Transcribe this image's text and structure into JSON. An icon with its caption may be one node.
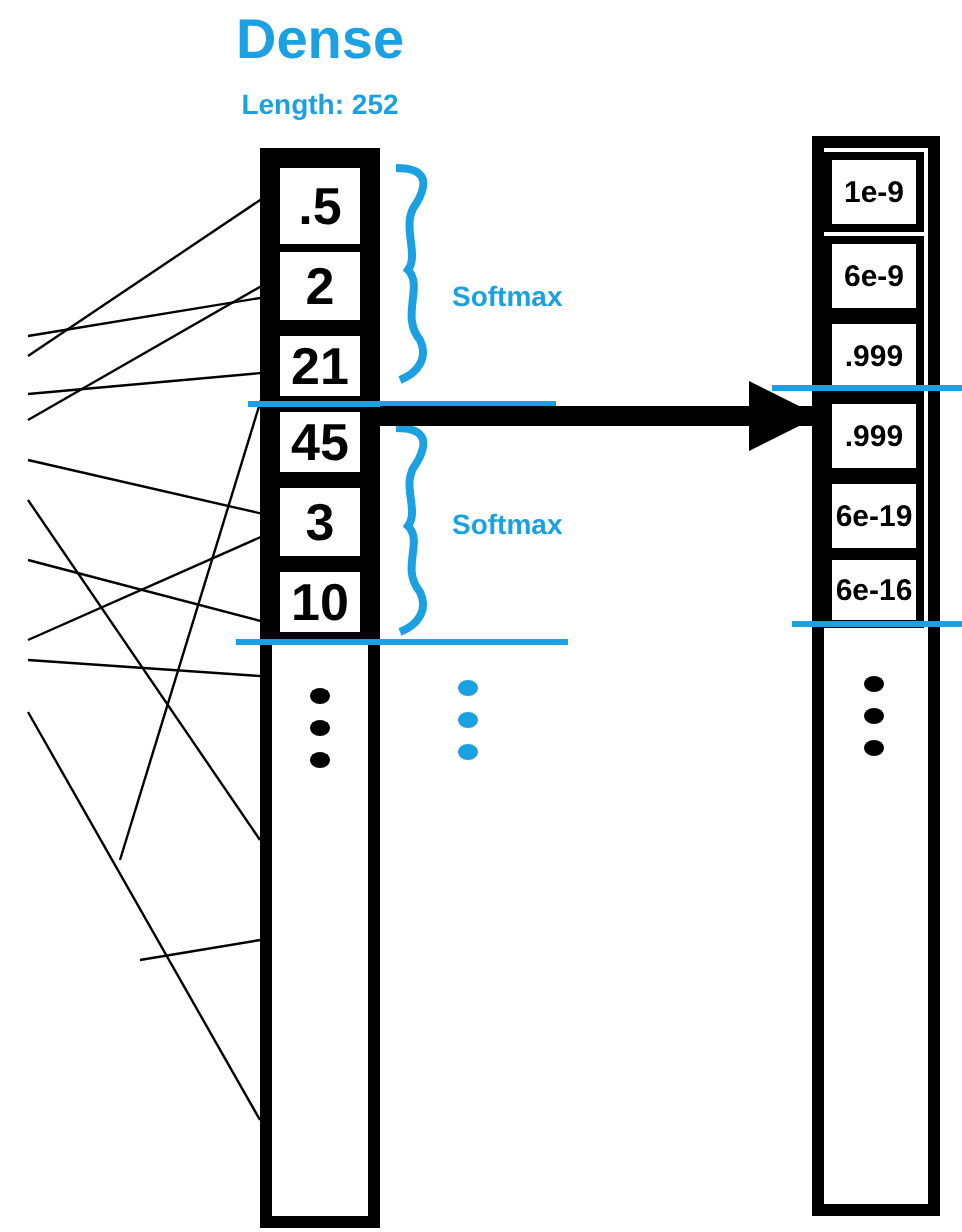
{
  "diagram": {
    "nodes": [
      {
        "text": [
          "Dense",
          "Length: 252"
        ]
      },
      {
        "text": [
          ".5"
        ],
        "in": 0
      },
      {
        "text": [
          "2"
        ],
        "in": 0
      },
      {
        "text": [
          "21"
        ],
        "in": 0
      },
      {
        "text": [
          "45"
        ],
        "in": 0
      },
      {
        "text": [
          "3"
        ],
        "in": 0
      },
      {
        "text": [
          "10"
        ],
        "in": 0
      },
      {
        "text": [],
        "shape": "box"
      },
      {
        "text": [
          "1e-9"
        ],
        "in": 7
      },
      {
        "text": [
          "6e-9"
        ],
        "in": 7
      },
      {
        "text": [
          ".999"
        ],
        "in": 7
      },
      {
        "text": [
          ".999"
        ],
        "in": 7
      },
      {
        "text": [
          "6e-19"
        ],
        "in": 7
      },
      {
        "text": [
          "6e-16"
        ],
        "in": 7
      }
    ],
    "edges": [
      {
        "from": null,
        "to": 1,
        "arrow": "none"
      },
      {
        "from": null,
        "to": 2,
        "arrow": "none"
      },
      {
        "from": null,
        "to": 2,
        "arrow": "none"
      },
      {
        "from": null,
        "to": 3,
        "arrow": "none"
      },
      {
        "from": null,
        "to": 3,
        "arrow": "none"
      },
      {
        "from": null,
        "to": 5,
        "arrow": "none"
      },
      {
        "from": null,
        "to": 5,
        "arrow": "none"
      },
      {
        "from": null,
        "to": 6,
        "arrow": "none"
      },
      {
        "from": null,
        "to": 0,
        "arrow": "none"
      },
      {
        "from": null,
        "to": 0,
        "arrow": "none"
      },
      {
        "from": null,
        "to": 0,
        "arrow": "none"
      },
      {
        "from": null,
        "to": 0,
        "arrow": "none"
      },
      {
        "from": 0,
        "to": 7,
        "arrow": "to",
        "style": "thick"
      }
    ],
    "labels": [
      "Softmax",
      "Softmax"
    ]
  }
}
